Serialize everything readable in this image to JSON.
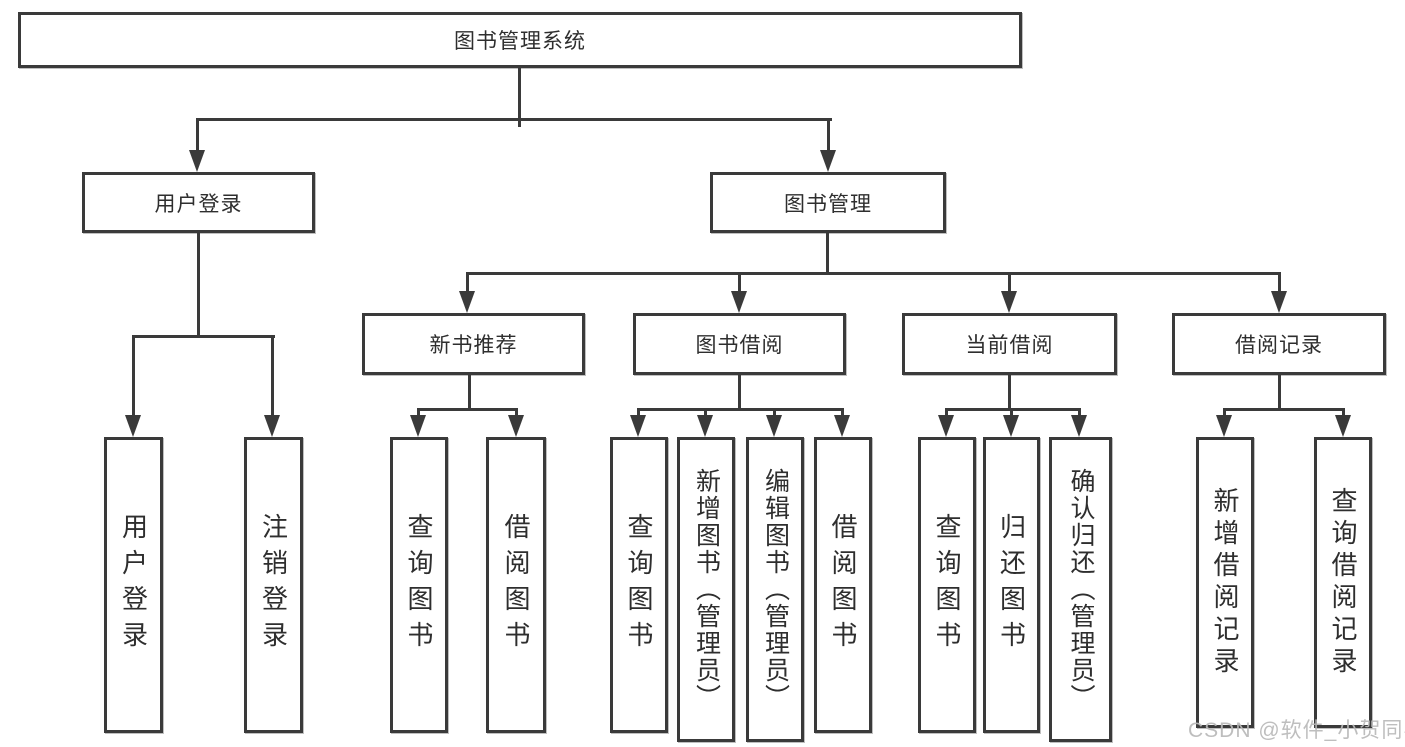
{
  "diagram_title": "图书管理系统",
  "nodes": {
    "root": {
      "label": "图书管理系统"
    },
    "level2": [
      {
        "label": "用户登录"
      },
      {
        "label": "图书管理"
      }
    ],
    "level3": [
      {
        "label": "新书推荐"
      },
      {
        "label": "图书借阅"
      },
      {
        "label": "当前借阅"
      },
      {
        "label": "借阅记录"
      }
    ],
    "leaves": {
      "user_login": [
        {
          "label": "用户登录"
        },
        {
          "label": "注销登录"
        }
      ],
      "new_book": [
        {
          "label": "查询图书"
        },
        {
          "label": "借阅图书"
        }
      ],
      "book_borrow": [
        {
          "label": "查询图书"
        },
        {
          "label": "新增图书（管理员）"
        },
        {
          "label": "编辑图书（管理员）"
        },
        {
          "label": "借阅图书"
        }
      ],
      "current_borrow": [
        {
          "label": "查询图书"
        },
        {
          "label": "归还图书"
        },
        {
          "label": "确认归还（管理员）"
        }
      ],
      "borrow_history": [
        {
          "label": "新增借阅记录"
        },
        {
          "label": "查询借阅记录"
        }
      ]
    }
  },
  "watermark": "CSDN @软件_小贺同学",
  "colors": {
    "line": "#3a3a3a",
    "text": "#2e2e2e",
    "watermark": "#b9b9b9",
    "background": "#ffffff"
  }
}
